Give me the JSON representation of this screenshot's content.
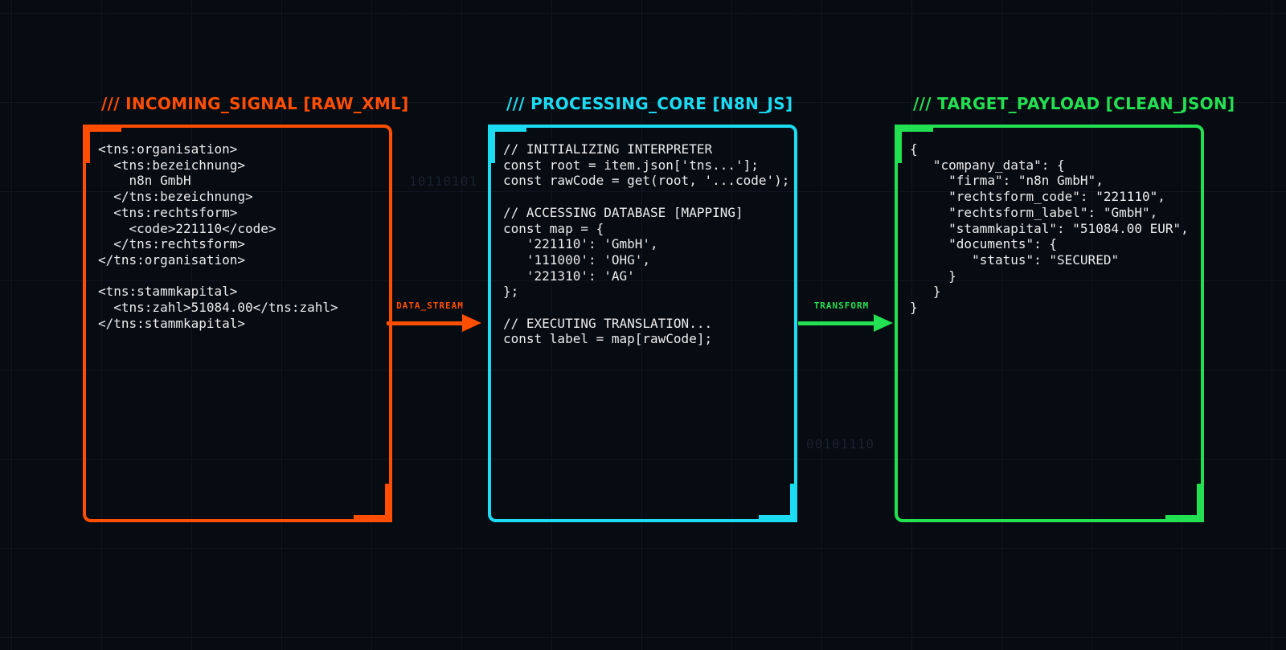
{
  "scene": {
    "background_color": "#070b12",
    "watermarks": [
      {
        "text": "10110101"
      },
      {
        "text": "00101110"
      }
    ]
  },
  "panels": [
    {
      "title": "/// INCOMING_SIGNAL [RAW_XML]",
      "accent_color": "#ff4e00",
      "code_lines": [
        "<tns:organisation>",
        "  <tns:bezeichnung>",
        "    n8n GmbH",
        "  </tns:bezeichnung>",
        "  <tns:rechtsform>",
        "    <code>221110</code>",
        "  </tns:rechtsform>",
        "</tns:organisation>",
        "",
        "<tns:stammkapital>",
        "  <tns:zahl>51084.00</tns:zahl>",
        "</tns:stammkapital>"
      ]
    },
    {
      "title": "/// PROCESSING_CORE [N8N_JS]",
      "accent_color": "#1bdcf2",
      "code_lines": [
        "// INITIALIZING INTERPRETER",
        "const root = item.json['tns...'];",
        "const rawCode = get(root, '...code');",
        "",
        "// ACCESSING DATABASE [MAPPING]",
        "const map = {",
        "   '221110': 'GmbH',",
        "   '111000': 'OHG',",
        "   '221310': 'AG'",
        "};",
        "",
        "// EXECUTING TRANSLATION...",
        "const label = map[rawCode];"
      ]
    },
    {
      "title": "/// TARGET_PAYLOAD [CLEAN_JSON]",
      "accent_color": "#23e052",
      "code_lines": [
        "{",
        "   \"company_data\": {",
        "     \"firma\": \"n8n GmbH\",",
        "     \"rechtsform_code\": \"221110\",",
        "     \"rechtsform_label\": \"GmbH\",",
        "     \"stammkapital\": \"51084.00 EUR\",",
        "     \"documents\": {",
        "        \"status\": \"SECURED\"",
        "     }",
        "   }",
        "}"
      ]
    }
  ],
  "arrows": [
    {
      "label": "DATA_STREAM",
      "color": "#ff4e00"
    },
    {
      "label": "TRANSFORM",
      "color": "#23e052"
    }
  ]
}
